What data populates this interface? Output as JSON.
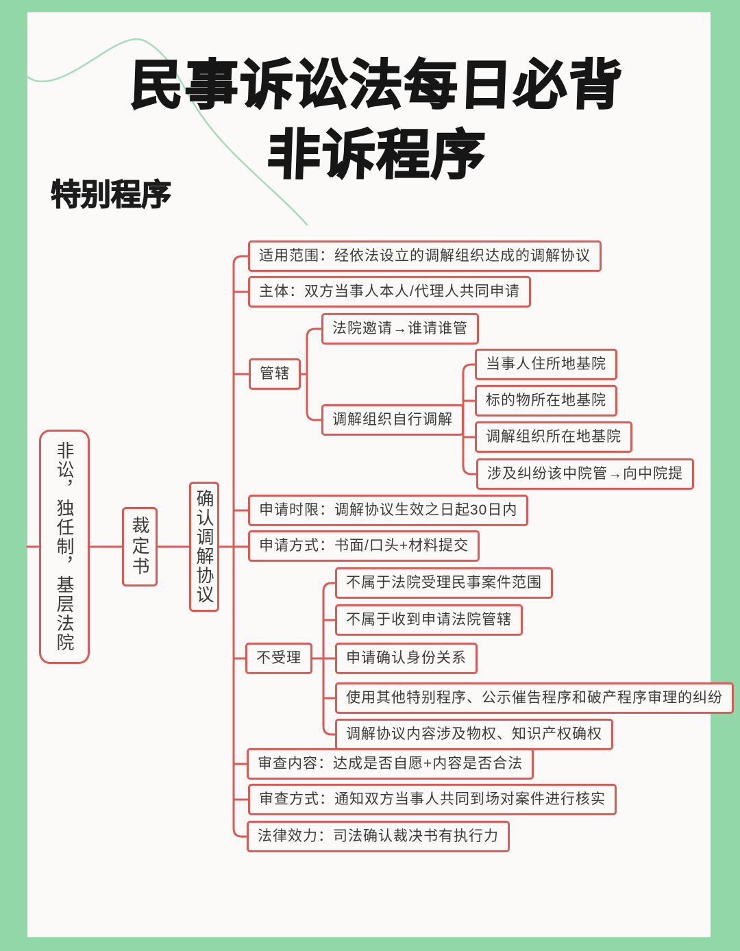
{
  "header": {
    "title_line1": "民事诉讼法每日必背",
    "title_line2": "非诉程序",
    "section_label": "特别程序"
  },
  "colors": {
    "frame_green": "#92d7a7",
    "line_red": "#dc5a55",
    "text_dark": "#3b3b3b",
    "curve_green": "#a5dcb9"
  },
  "mindmap": {
    "root": "非讼，独任制，基层法院",
    "decision": "裁定书",
    "confirm": "确认调解协议",
    "scope": "适用范围：经依法设立的调解组织达成的调解协议",
    "subject": "主体：双方当事人本人/代理人共同申请",
    "jurisdiction": "管辖",
    "invite": "法院邀请→谁请谁管",
    "self_mediation": "调解组织自行调解",
    "residence_court": "当事人住所地基院",
    "object_court": "标的物所在地基院",
    "org_court": "调解组织所在地基院",
    "intermediate_court": "涉及纠纷该中院管→向中院提",
    "time_limit": "申请时限：调解协议生效之日起30日内",
    "apply_method": "申请方式：书面/口头+材料提交",
    "rejection": "不受理",
    "rej_not_civil": "不属于法院受理民事案件范围",
    "rej_not_jurisdiction": "不属于收到申请法院管辖",
    "rej_identity": "申请确认身份关系",
    "rej_other_procedures": "使用其他特别程序、公示催告程序和破产程序审理的纠纷",
    "rej_property_rights": "调解协议内容涉及物权、知识产权确权",
    "review_content": "审查内容：达成是否自愿+内容是否合法",
    "review_method": "审查方式：通知双方当事人共同到场对案件进行核实",
    "legal_effect": "法律效力：司法确认裁决书有执行力"
  }
}
